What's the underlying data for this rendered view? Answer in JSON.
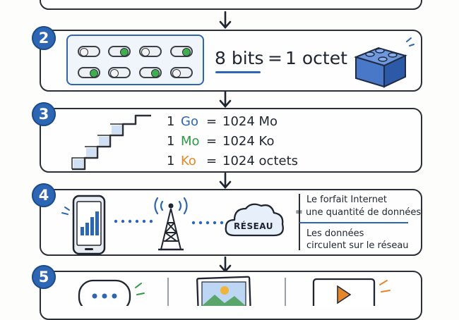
{
  "steps": [
    "2",
    "3",
    "4",
    "5"
  ],
  "step2": {
    "bits_label": "8 bits",
    "equals": "=",
    "octet_label": "1 octet"
  },
  "step3": {
    "rows": [
      {
        "one": "1",
        "unit": "Go",
        "eq": "=",
        "value": "1024 Mo"
      },
      {
        "one": "1",
        "unit": "Mo",
        "eq": "=",
        "value": "1024 Ko"
      },
      {
        "one": "1",
        "unit": "Ko",
        "eq": "=",
        "value": "1024 octets"
      }
    ]
  },
  "step4": {
    "cloud_label": "RÉSEAU",
    "text_top_1": "Le forfait Internet",
    "text_top_2": "= une quantité de données",
    "text_bottom_1": "Les données",
    "text_bottom_2": "circulent sur le réseau"
  },
  "colors": {
    "go": "#2d66b3",
    "mo": "#2e9944",
    "ko": "#e6862a",
    "accent": "#2d66b3"
  }
}
